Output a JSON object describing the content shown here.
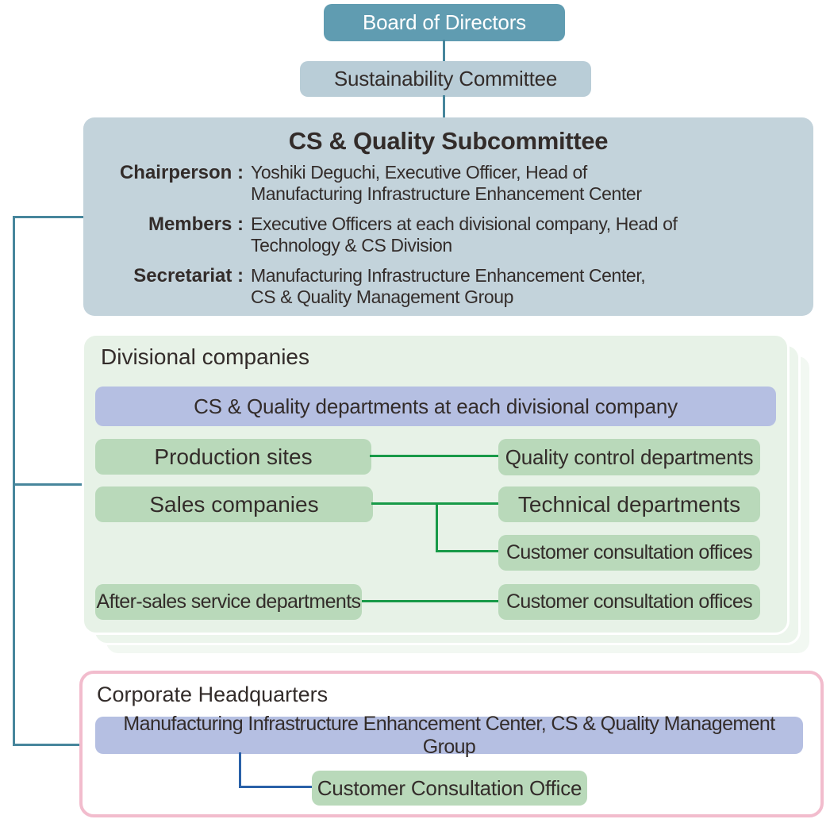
{
  "top": {
    "board": "Board of Directors",
    "sustainability": "Sustainability Committee"
  },
  "subcommittee": {
    "title": "CS & Quality Subcommittee",
    "rows": [
      {
        "label": "Chairperson :",
        "line1": "Yoshiki Deguchi, Executive Officer, Head of",
        "line2": "Manufacturing Infrastructure Enhancement Center"
      },
      {
        "label": "Members :",
        "line1": "Executive Officers at each divisional company, Head of",
        "line2": "Technology & CS Division"
      },
      {
        "label": "Secretariat :",
        "line1": "Manufacturing Infrastructure Enhancement Center,",
        "line2": "CS & Quality Management Group"
      }
    ]
  },
  "divisional": {
    "title": "Divisional companies",
    "banner": "CS & Quality departments at each divisional company",
    "left_boxes": [
      "Production sites",
      "Sales companies",
      "After-sales service departments"
    ],
    "right_boxes": [
      "Quality control departments",
      "Technical departments",
      "Customer consultation offices",
      "Customer consultation offices"
    ]
  },
  "hq": {
    "title": "Corporate Headquarters",
    "banner": "Manufacturing Infrastructure Enhancement Center, CS & Quality Management Group",
    "office": "Customer Consultation Office"
  },
  "colors": {
    "board_teal": "#609cb1",
    "committee_bluegray": "#b9cdd7",
    "subcommittee_fill": "#c3d3db",
    "divisional_panel_green": "#e7f2e7",
    "department_green": "#b9d9ba",
    "banner_lavender": "#b5bfe2",
    "hq_border_pink": "#f2bccd",
    "connector_teal": "#47869c",
    "connector_green": "#189a48",
    "connector_blue": "#2a61a8"
  }
}
